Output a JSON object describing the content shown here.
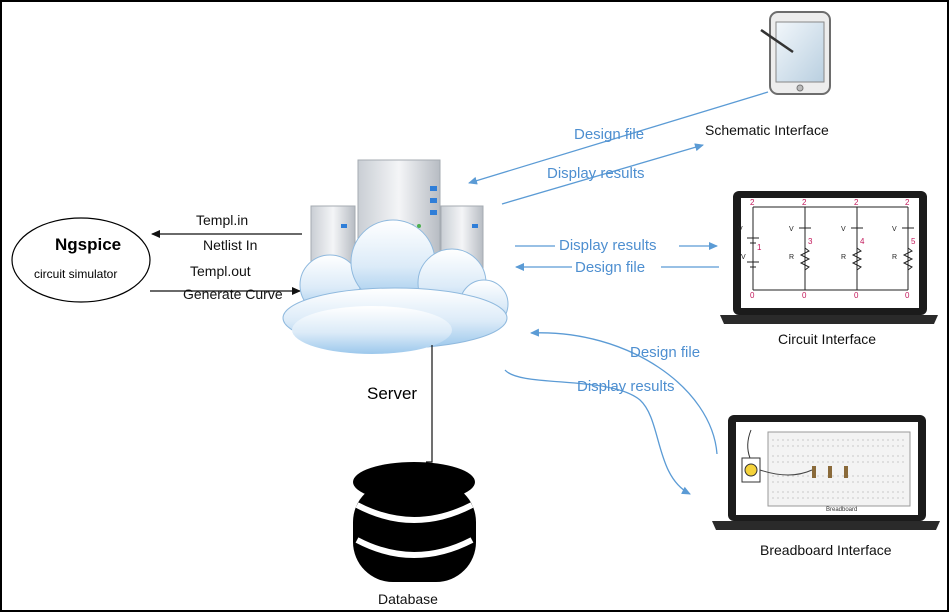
{
  "ngspice": {
    "title": "Ngspice",
    "subtitle": "circuit simulator"
  },
  "server_link": {
    "templ_in": "Templ.in",
    "netlist_in": "Netlist In",
    "templ_out": "Templ.out",
    "generate_curve": "Generate Curve"
  },
  "server": {
    "label": "Server"
  },
  "database": {
    "label": "Database"
  },
  "schematic": {
    "label": "Schematic Interface",
    "design_file": "Design file",
    "display_results": "Display results"
  },
  "circuit": {
    "label": "Circuit Interface",
    "display_results": "Display results",
    "design_file": "Design file",
    "node_labels": [
      "2",
      "2",
      "2",
      "2",
      "1",
      "3",
      "4",
      "5",
      "0",
      "0",
      "0",
      "0"
    ],
    "component_labels": [
      "V",
      "V",
      "V",
      "V",
      "V",
      "R",
      "R",
      "R"
    ]
  },
  "breadboard": {
    "label": "Breadboard Interface",
    "design_file": "Design file",
    "display_results": "Display results",
    "board_text": "Breadboard"
  },
  "colors": {
    "arrow_blue": "#5b9bd5",
    "label_blue": "#4e8fd0",
    "cloud_top": "#ffffff",
    "cloud_bottom": "#a9d0ee"
  }
}
